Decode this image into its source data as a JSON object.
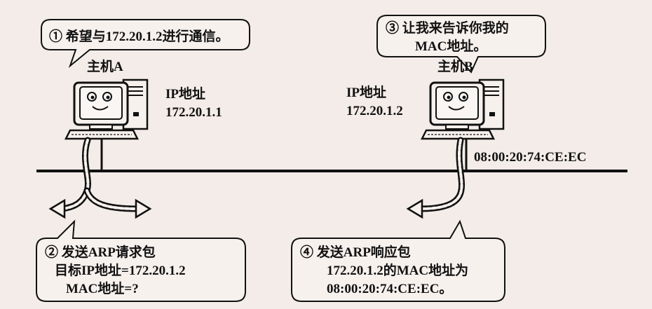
{
  "callouts": {
    "step1": "① 希望与172.20.1.2进行通信。",
    "step2_title": "② 发送ARP请求包",
    "step2_line1": "目标IP地址=172.20.1.2",
    "step2_line2": "MAC地址=?",
    "step3_line1": "③ 让我来告诉你我的",
    "step3_line2": "MAC地址。",
    "step4_title": "④ 发送ARP响应包",
    "step4_line1": "172.20.1.2的MAC地址为",
    "step4_line2": "08:00:20:74:CE:EC。"
  },
  "hostA": {
    "name": "主机A",
    "ip_label": "IP地址",
    "ip_value": "172.20.1.1"
  },
  "hostB": {
    "name": "主机B",
    "ip_label": "IP地址",
    "ip_value": "172.20.1.2",
    "mac_value": "08:00:20:74:CE:EC"
  },
  "colors": {
    "background": "#f3ece8",
    "stroke": "#111111",
    "bubble_fill": "#f7f1ee",
    "screen_fill": "#f9f6f3"
  }
}
